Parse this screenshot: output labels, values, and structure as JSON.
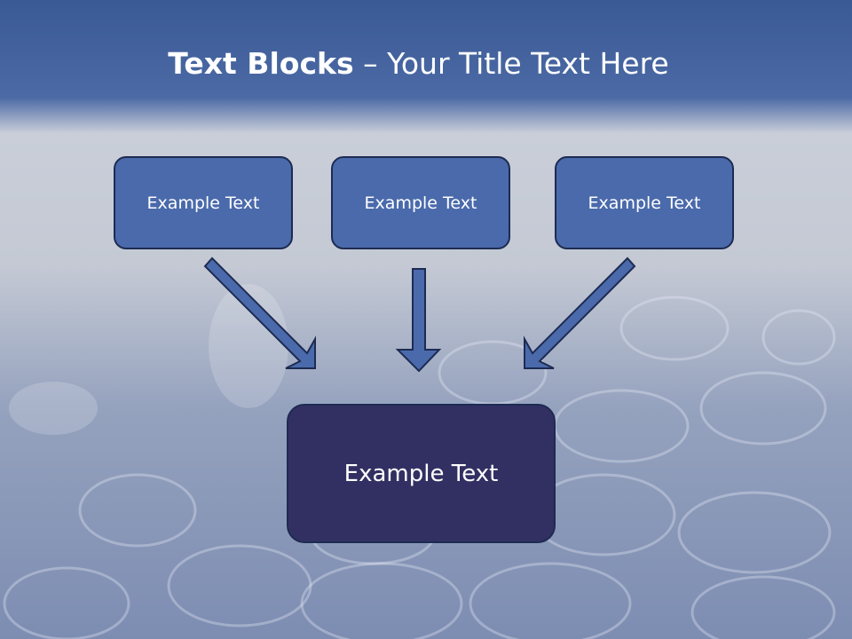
{
  "slide": {
    "title_bold": "Text Blocks",
    "title_dash": " – ",
    "title_rest": "Your Title Text Here",
    "top_boxes": [
      "Example Text",
      "Example Text",
      "Example Text"
    ],
    "bottom_box": "Example Text"
  },
  "colors": {
    "header_blue": "#3a5a95",
    "box_fill": "#4a6aab",
    "bottom_box_fill": "#323062",
    "arrow_fill": "#4a6aab",
    "outline": "#1d2b52"
  }
}
